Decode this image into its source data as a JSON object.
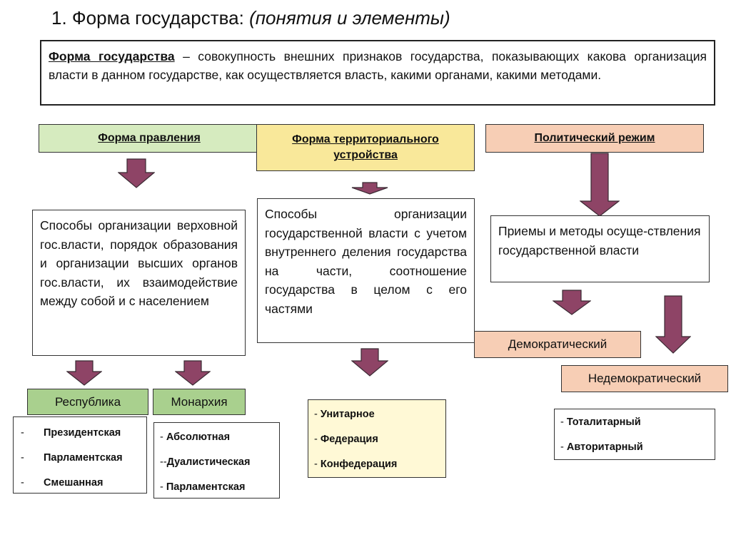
{
  "title": {
    "main": "1. Форма государства: ",
    "sub": "(понятия и элементы)"
  },
  "definition": {
    "term": "Форма государства",
    "text": " – совокупность внешних признаков государства, показывающих какова организация власти в данном государстве, как осуществляется власть, какими органами, какими методами."
  },
  "headers": {
    "government": "Форма правления",
    "territorial": "Форма территориального устройства",
    "regime": "Политический режим"
  },
  "descriptions": {
    "government": "Способы организации верховной гос.власти, порядок образования и организации высших органов гос.власти, их взаимодействие между собой и с населением",
    "territorial": "Способы организации государственной власти с учетом внутреннего деления государства на части, соотношение государства в целом с его частями",
    "regime": "Приемы и методы осуще-ствления государственной власти"
  },
  "categories": {
    "republic": "Республика",
    "monarchy": "Монархия",
    "democratic": "Демократический",
    "nondemocratic": "Недемократический"
  },
  "lists": {
    "republic": [
      {
        "dash": "-",
        "text": "Президентская"
      },
      {
        "dash": "-",
        "text": "Парламентская"
      },
      {
        "dash": "-",
        "text": "Смешанная"
      }
    ],
    "monarchy": [
      {
        "dash": "- ",
        "text": "Абсолютная"
      },
      {
        "dash": "--",
        "text": "Дуалистическая"
      },
      {
        "dash": "- ",
        "text": "Парламентская"
      }
    ],
    "territorial": [
      {
        "dash": "- ",
        "text": "Унитарное"
      },
      {
        "dash": "- ",
        "text": "Федерация"
      },
      {
        "dash": "- ",
        "text": "Конфедерация"
      }
    ],
    "nondemocratic": [
      {
        "dash": "- ",
        "text": "Тоталитарный"
      },
      {
        "dash": "- ",
        "text": "Авторитарный"
      }
    ]
  },
  "colors": {
    "arrow_fill": "#8e4466",
    "arrow_stroke": "#3a2a33",
    "header_government": "#d6ebbf",
    "header_territorial": "#f9e89a",
    "header_regime": "#f7ceb5",
    "republic_monarchy": "#a9d08e"
  }
}
